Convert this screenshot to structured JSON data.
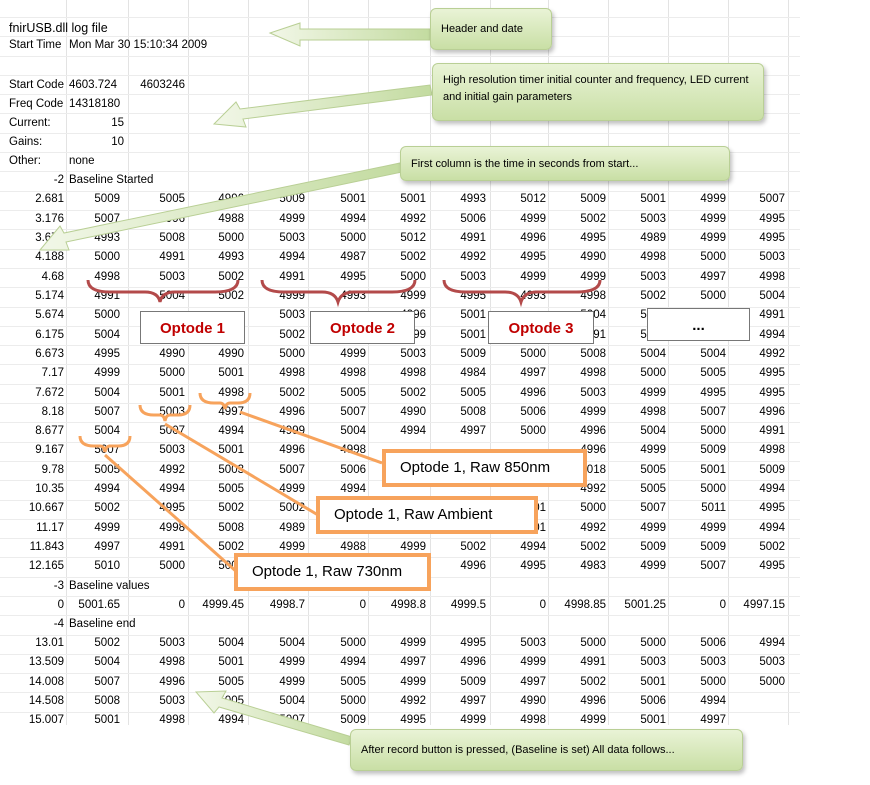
{
  "header": {
    "title": "fnirUSB.dll log file",
    "start_time_label": "Start Time",
    "start_time_value": "Mon Mar 30 15:10:34 2009"
  },
  "params": [
    {
      "label": "Start Code",
      "v1": "4603.724",
      "v2": "4603246"
    },
    {
      "label": "Freq Code",
      "v1": "14318180",
      "v2": ""
    },
    {
      "label": "Current:",
      "v1": "15",
      "v2": ""
    },
    {
      "label": "Gains:",
      "v1": "10",
      "v2": ""
    },
    {
      "label": "Other:",
      "v1": "none",
      "v2": ""
    }
  ],
  "rows": [
    [
      "-2",
      "Baseline Started",
      "",
      "",
      "",
      "",
      "",
      "",
      "",
      "",
      "",
      "",
      "",
      ""
    ],
    [
      "2.681",
      "5009",
      "5005",
      "4996",
      "5009",
      "5001",
      "5001",
      "4993",
      "5012",
      "5009",
      "5001",
      "4999",
      "5007"
    ],
    [
      "3.176",
      "5007",
      "4996",
      "4988",
      "4999",
      "4994",
      "4992",
      "5006",
      "4999",
      "5002",
      "5003",
      "4999",
      "4995"
    ],
    [
      "3.677",
      "4993",
      "5008",
      "5000",
      "5003",
      "5000",
      "5012",
      "4991",
      "4996",
      "4995",
      "4989",
      "4999",
      "4995"
    ],
    [
      "4.188",
      "5000",
      "4991",
      "4993",
      "4994",
      "4987",
      "5002",
      "4992",
      "4995",
      "4990",
      "4998",
      "5000",
      "5003"
    ],
    [
      "4.68",
      "4998",
      "5003",
      "5002",
      "4991",
      "4995",
      "5000",
      "5003",
      "4999",
      "4999",
      "5003",
      "4997",
      "4998"
    ],
    [
      "5.174",
      "4991",
      "5004",
      "5002",
      "4999",
      "4993",
      "4999",
      "4995",
      "4993",
      "4998",
      "5002",
      "5000",
      "5004"
    ],
    [
      "5.674",
      "5000",
      "",
      "",
      "5003",
      "",
      "4996",
      "5001",
      "",
      "5004",
      "5001",
      "",
      "4991"
    ],
    [
      "6.175",
      "5004",
      "",
      "",
      "5002",
      "",
      "4999",
      "5001",
      "",
      "4991",
      "5000",
      "",
      "4994"
    ],
    [
      "6.673",
      "4995",
      "4990",
      "4990",
      "5000",
      "4999",
      "5003",
      "5009",
      "5000",
      "5008",
      "5004",
      "5004",
      "4992"
    ],
    [
      "7.17",
      "4999",
      "5000",
      "5001",
      "4998",
      "4998",
      "4998",
      "4984",
      "4997",
      "4998",
      "5000",
      "5005",
      "4995"
    ],
    [
      "7.672",
      "5004",
      "5001",
      "4998",
      "5002",
      "5005",
      "5002",
      "5005",
      "4996",
      "5003",
      "4999",
      "4995",
      "4995"
    ],
    [
      "8.18",
      "5007",
      "5003",
      "4997",
      "4996",
      "5007",
      "4990",
      "5008",
      "5006",
      "4999",
      "4998",
      "5007",
      "4996"
    ],
    [
      "8.677",
      "5004",
      "5007",
      "4994",
      "4999",
      "5004",
      "4994",
      "4997",
      "5000",
      "4996",
      "5004",
      "5000",
      "4991"
    ],
    [
      "9.167",
      "5007",
      "5003",
      "5001",
      "4996",
      "4998",
      "",
      "",
      "",
      "4996",
      "4999",
      "5009",
      "4998"
    ],
    [
      "9.78",
      "5005",
      "4992",
      "5003",
      "5007",
      "5006",
      "",
      "",
      "",
      "5018",
      "5005",
      "5001",
      "5009"
    ],
    [
      "10.35",
      "4994",
      "4994",
      "5005",
      "4999",
      "4994",
      "",
      "",
      "",
      "4992",
      "5005",
      "5000",
      "4994"
    ],
    [
      "10.667",
      "5002",
      "4995",
      "5002",
      "5002",
      "",
      "",
      "",
      "5001",
      "5000",
      "5007",
      "5011",
      "4995"
    ],
    [
      "11.17",
      "4999",
      "4998",
      "5008",
      "4989",
      "",
      "",
      "",
      "5001",
      "4992",
      "4999",
      "4999",
      "4994"
    ],
    [
      "11.843",
      "4997",
      "4991",
      "5002",
      "4999",
      "4988",
      "4999",
      "5002",
      "4994",
      "5002",
      "5009",
      "5009",
      "5002"
    ],
    [
      "12.165",
      "5010",
      "5000",
      "5000",
      "",
      "",
      "",
      "4996",
      "4995",
      "4983",
      "4999",
      "5007",
      "4995"
    ]
  ],
  "baseline_values_row": {
    "index": "-3",
    "label": "Baseline values"
  },
  "baseline_values": [
    "0",
    "5001.65",
    "0",
    "4999.45",
    "4998.7",
    "0",
    "4998.8",
    "4999.5",
    "0",
    "4998.85",
    "5001.25",
    "0",
    "4997.15"
  ],
  "baseline_end_row": {
    "index": "-4",
    "label": "Baseline end"
  },
  "rows_after": [
    [
      "13.01",
      "5002",
      "5003",
      "5004",
      "5004",
      "5000",
      "4999",
      "4995",
      "5003",
      "5000",
      "5000",
      "5006",
      "4994"
    ],
    [
      "13.509",
      "5004",
      "4998",
      "5001",
      "4999",
      "4994",
      "4997",
      "4996",
      "4999",
      "4991",
      "5003",
      "5003",
      "5003"
    ],
    [
      "14.008",
      "5007",
      "4996",
      "5005",
      "4999",
      "5005",
      "4999",
      "5009",
      "4997",
      "5002",
      "5001",
      "5000",
      "5000"
    ],
    [
      "14.508",
      "5008",
      "5003",
      "5005",
      "5004",
      "5000",
      "4992",
      "4997",
      "4990",
      "4996",
      "5006",
      "4994",
      ""
    ],
    [
      "15.007",
      "5001",
      "4998",
      "4994",
      "5007",
      "5009",
      "4995",
      "4999",
      "4998",
      "4999",
      "5001",
      "4997",
      ""
    ]
  ],
  "callouts": {
    "header_date": "Header and date",
    "timer_params": "High resolution timer initial counter and frequency, LED current and initial gain parameters",
    "first_column": "First column is the time in seconds from start...",
    "after_record": "After record button is pressed, (Baseline is set) All data follows..."
  },
  "optode_labels": [
    "Optode 1",
    "Optode 2",
    "Optode 3",
    "..."
  ],
  "raw_labels": {
    "r850": "Optode 1, Raw 850nm",
    "ambient": "Optode 1, Raw Ambient",
    "r730": "Optode 1, Raw 730nm"
  },
  "colors": {
    "callout_green": "#c9dfa5",
    "optode_red": "#c00000",
    "raw_orange": "#f7a35c",
    "brace_red": "#b34a4a"
  }
}
